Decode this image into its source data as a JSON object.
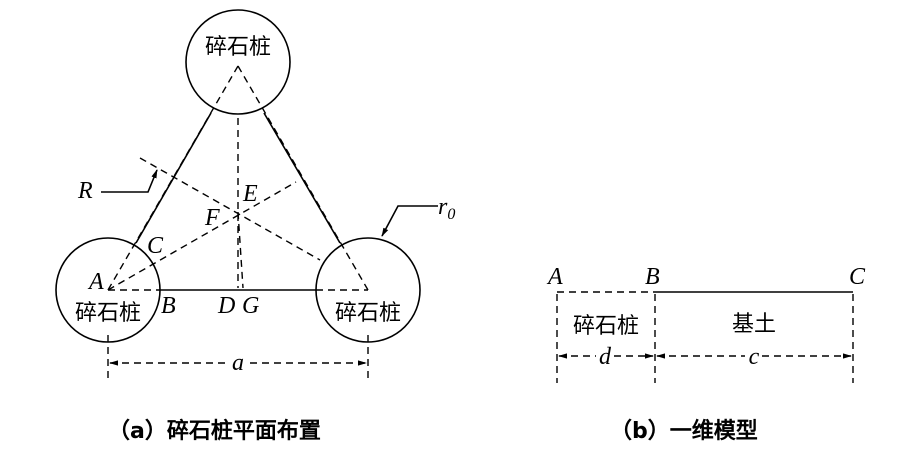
{
  "panel_a": {
    "pile_top": "碎石桩",
    "pile_left": "碎石桩",
    "pile_right": "碎石桩",
    "point_A": "A",
    "point_B": "B",
    "point_C": "C",
    "point_D": "D",
    "point_E": "E",
    "point_F": "F",
    "point_G": "G",
    "label_R": "R",
    "label_r": "r",
    "label_r_sub": "0",
    "dim_a": "a",
    "caption": "（a）碎石桩平面布置"
  },
  "panel_b": {
    "point_A": "A",
    "point_B": "B",
    "point_C": "C",
    "pile_label": "碎石桩",
    "soil_label": "基土",
    "dim_d": "d",
    "dim_c": "c",
    "caption": "（b）一维模型"
  }
}
